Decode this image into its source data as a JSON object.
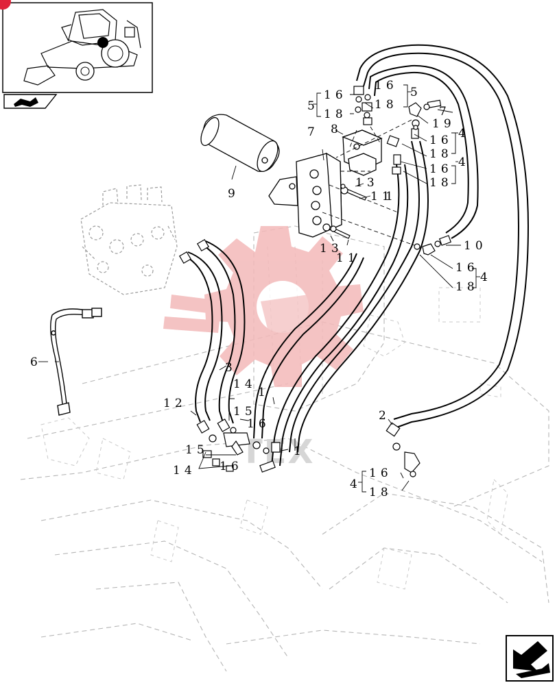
{
  "diagram": {
    "part_labels": {
      "p1a": "1",
      "p1b": "1",
      "p1c": "1",
      "p2": "2",
      "p3": "3",
      "p4a": "4",
      "p4b": "4",
      "p4c": "4",
      "p4d": "4",
      "p5a": "5",
      "p5b": "5",
      "p6": "6",
      "p7a": "7",
      "p7b": "7",
      "p8": "8",
      "p9": "9",
      "p10": "10",
      "p11a": "11",
      "p11b": "11",
      "p12": "12",
      "p13a": "13",
      "p13b": "13",
      "p14a": "14",
      "p14b": "14",
      "p15a": "15",
      "p15b": "15",
      "p16a": "16",
      "p16b": "16",
      "p16c": "16",
      "p16d": "16",
      "p16e": "16",
      "p16f": "16",
      "p16g": "16",
      "p18a": "18",
      "p18b": "18",
      "p18c": "18",
      "p18d": "18",
      "p18e": "18",
      "p18f": "18",
      "p19": "19"
    },
    "watermark_text": "TEX",
    "colors": {
      "watermark": "#f3b9b9",
      "badge": "#e0223a",
      "ghost_line": "#b4b4b4"
    },
    "icons": [
      "machine-thumbnail",
      "next-page-arrow-icon",
      "nav-arrow-icon"
    ]
  }
}
